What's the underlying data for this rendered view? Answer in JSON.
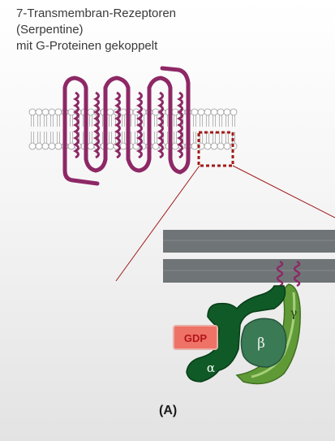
{
  "header": {
    "title_lines": [
      "7-Transmembran-Rezeptoren",
      "(Serpentine)",
      "mit G-Proteinen gekoppelt"
    ]
  },
  "figure": {
    "panel_label": "(A)",
    "labels": {
      "gdp": "GDP",
      "alpha": "α",
      "beta": "β",
      "gamma": "γ"
    },
    "colors": {
      "receptor": "#8e2866",
      "membrane_band": "#6f7576",
      "g_alpha": "#0f5a26",
      "g_beta": "#3a7a55",
      "g_gamma": "#5f9a37",
      "gdp_box": "#ee7266",
      "zoom_box": "#a11a1a"
    }
  }
}
